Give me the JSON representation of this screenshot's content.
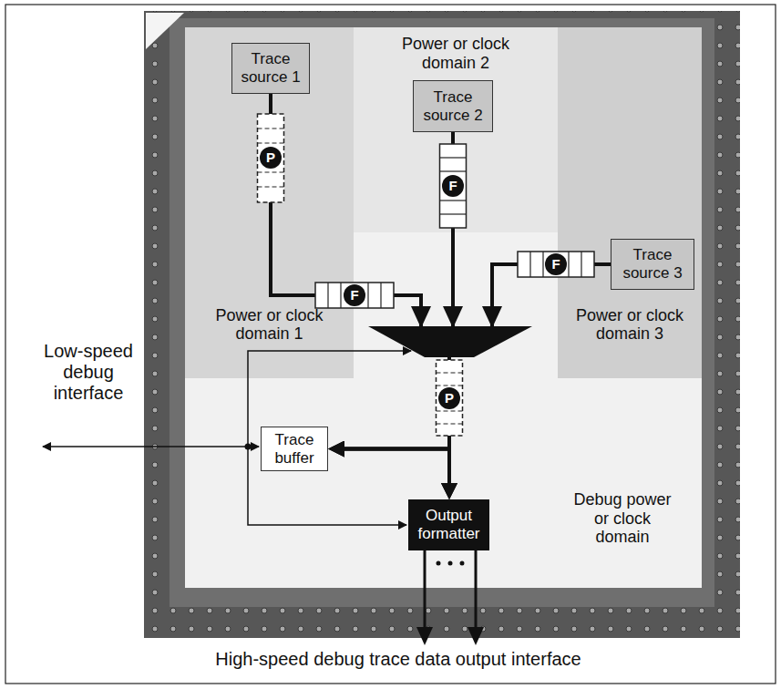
{
  "diagram": {
    "nodes": [
      {
        "text": [
          "Debug power or clock domain"
        ]
      },
      {
        "text": [
          "Power or clock domain 1"
        ],
        "in": 0
      },
      {
        "text": [
          "Trace source 1"
        ],
        "in": 1
      },
      {
        "text": [
          "Power or clock domain 2"
        ],
        "in": 0
      },
      {
        "text": [
          "Trace source 2"
        ],
        "in": 3
      },
      {
        "text": [
          "Power or clock domain 3"
        ],
        "in": 0
      },
      {
        "text": [
          "Trace source 3"
        ],
        "in": 5
      },
      {
        "text": [
          "Trace buffer"
        ],
        "in": 0
      },
      {
        "text": [
          "Output formatter"
        ],
        "in": 0
      }
    ],
    "edges": [
      {
        "from": 2,
        "to": 8,
        "arrow": "to"
      },
      {
        "from": 4,
        "to": 8,
        "arrow": "to"
      },
      {
        "from": 6,
        "to": 8,
        "arrow": "to"
      },
      {
        "from": 2,
        "to": 7,
        "arrow": "to"
      },
      {
        "from": 4,
        "to": 7,
        "arrow": "to"
      },
      {
        "from": 6,
        "to": 7,
        "arrow": "to"
      }
    ],
    "labels": [
      "P",
      "F",
      "F",
      "F",
      "Low-speed debug interface",
      "P",
      "High-speed debug trace data output interface"
    ]
  }
}
